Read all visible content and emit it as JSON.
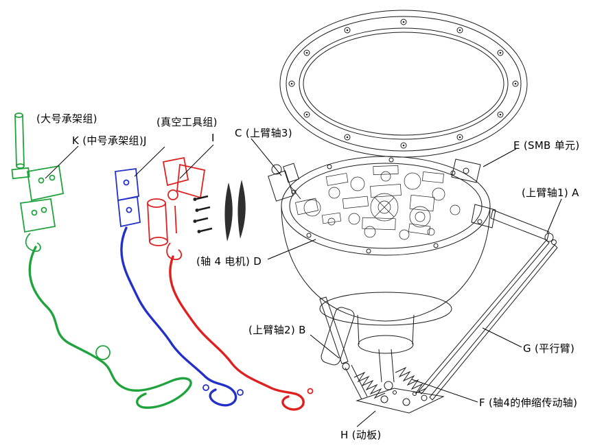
{
  "figure": {
    "background": "#ffffff",
    "line_color": "#1a1a1a",
    "colors": {
      "green": "#1fa33c",
      "blue": "#2330c8",
      "red": "#e01f1f"
    }
  },
  "labels": {
    "large_bracket_group": "(大号承架组)",
    "k_medium_bracket_group": "K (中号承架组)J",
    "vacuum_tool_group": "(真空工具组)",
    "i_marker": "I",
    "c_upper_arm_axis3": "C (上臂轴3)",
    "e_smb_unit": "E (SMB 单元)",
    "a_upper_arm_axis1": "(上臂轴1) A",
    "d_axis4_motor": "(轴 4 电机) D",
    "b_upper_arm_axis2": "(上臂轴2) B",
    "g_parallel_arm": "G (平行臂)",
    "f_axis4_telescopic_shaft": "F (轴4的伸缩传动轴)",
    "h_moving_plate": "H (动板)"
  }
}
